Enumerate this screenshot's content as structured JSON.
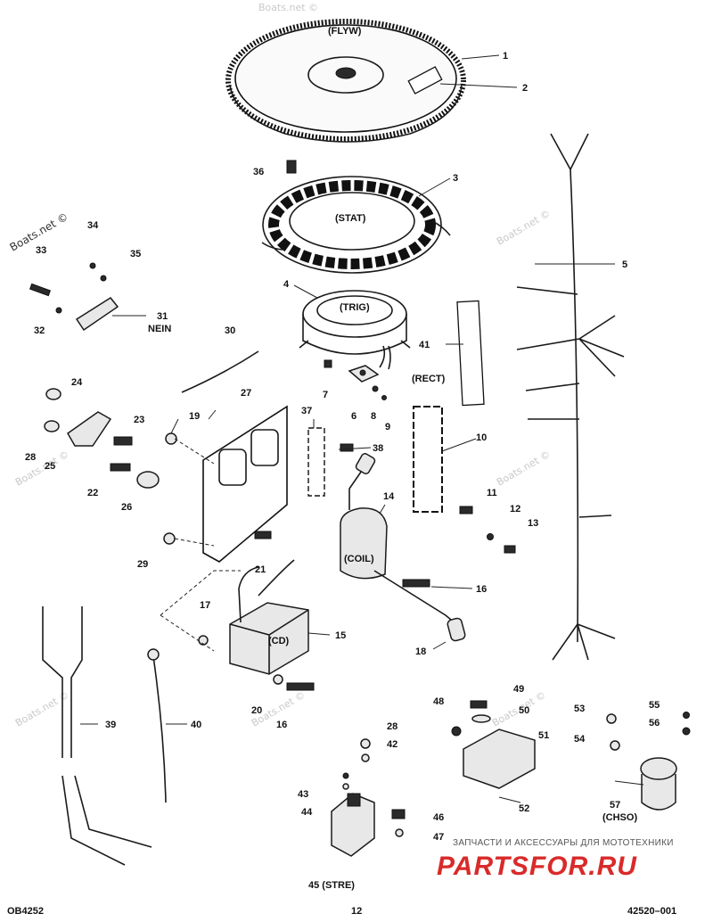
{
  "diagram": {
    "watermark": "Boats.net ©",
    "parts": {
      "p1": "1",
      "p2": "2",
      "p3": "3",
      "p4": "4",
      "p5": "5",
      "p6": "6",
      "p7": "7",
      "p8": "8",
      "p9": "9",
      "p10": "10",
      "p11": "11",
      "p12": "12",
      "p13": "13",
      "p14": "14",
      "p15": "15",
      "p16a": "16",
      "p16b": "16",
      "p17": "17",
      "p18": "18",
      "p19": "19",
      "p20": "20",
      "p21": "21",
      "p22": "22",
      "p23": "23",
      "p24": "24",
      "p25": "25",
      "p26": "26",
      "p27": "27",
      "p28a": "28",
      "p28b": "28",
      "p29": "29",
      "p30": "30",
      "p31": "31",
      "p32": "32",
      "p33": "33",
      "p34": "34",
      "p35": "35",
      "p36": "36",
      "p37": "37",
      "p38": "38",
      "p39": "39",
      "p40": "40",
      "p41": "41",
      "p42": "42",
      "p43": "43",
      "p44": "44",
      "p45": "45 (STRE)",
      "p46": "46",
      "p47": "47",
      "p48": "48",
      "p49": "49",
      "p50": "50",
      "p51": "51",
      "p52": "52",
      "p53": "53",
      "p54": "54",
      "p55": "55",
      "p56": "56",
      "p57": "57"
    },
    "names": {
      "flyw": "(FLYW)",
      "stat": "(STAT)",
      "trig": "(TRIG)",
      "rect": "(RECT)",
      "coil": "(COIL)",
      "cd": "(CD)",
      "chso": "(CHSO)",
      "nein": "NEIN"
    }
  },
  "footer": {
    "left": "OB4252",
    "center": "12",
    "right": "42520–001"
  },
  "shop": {
    "caption": "ЗАПЧАСТИ И АКСЕССУАРЫ ДЛЯ МОТОТЕХНИКИ",
    "logo": "PARTSFOR.RU"
  }
}
